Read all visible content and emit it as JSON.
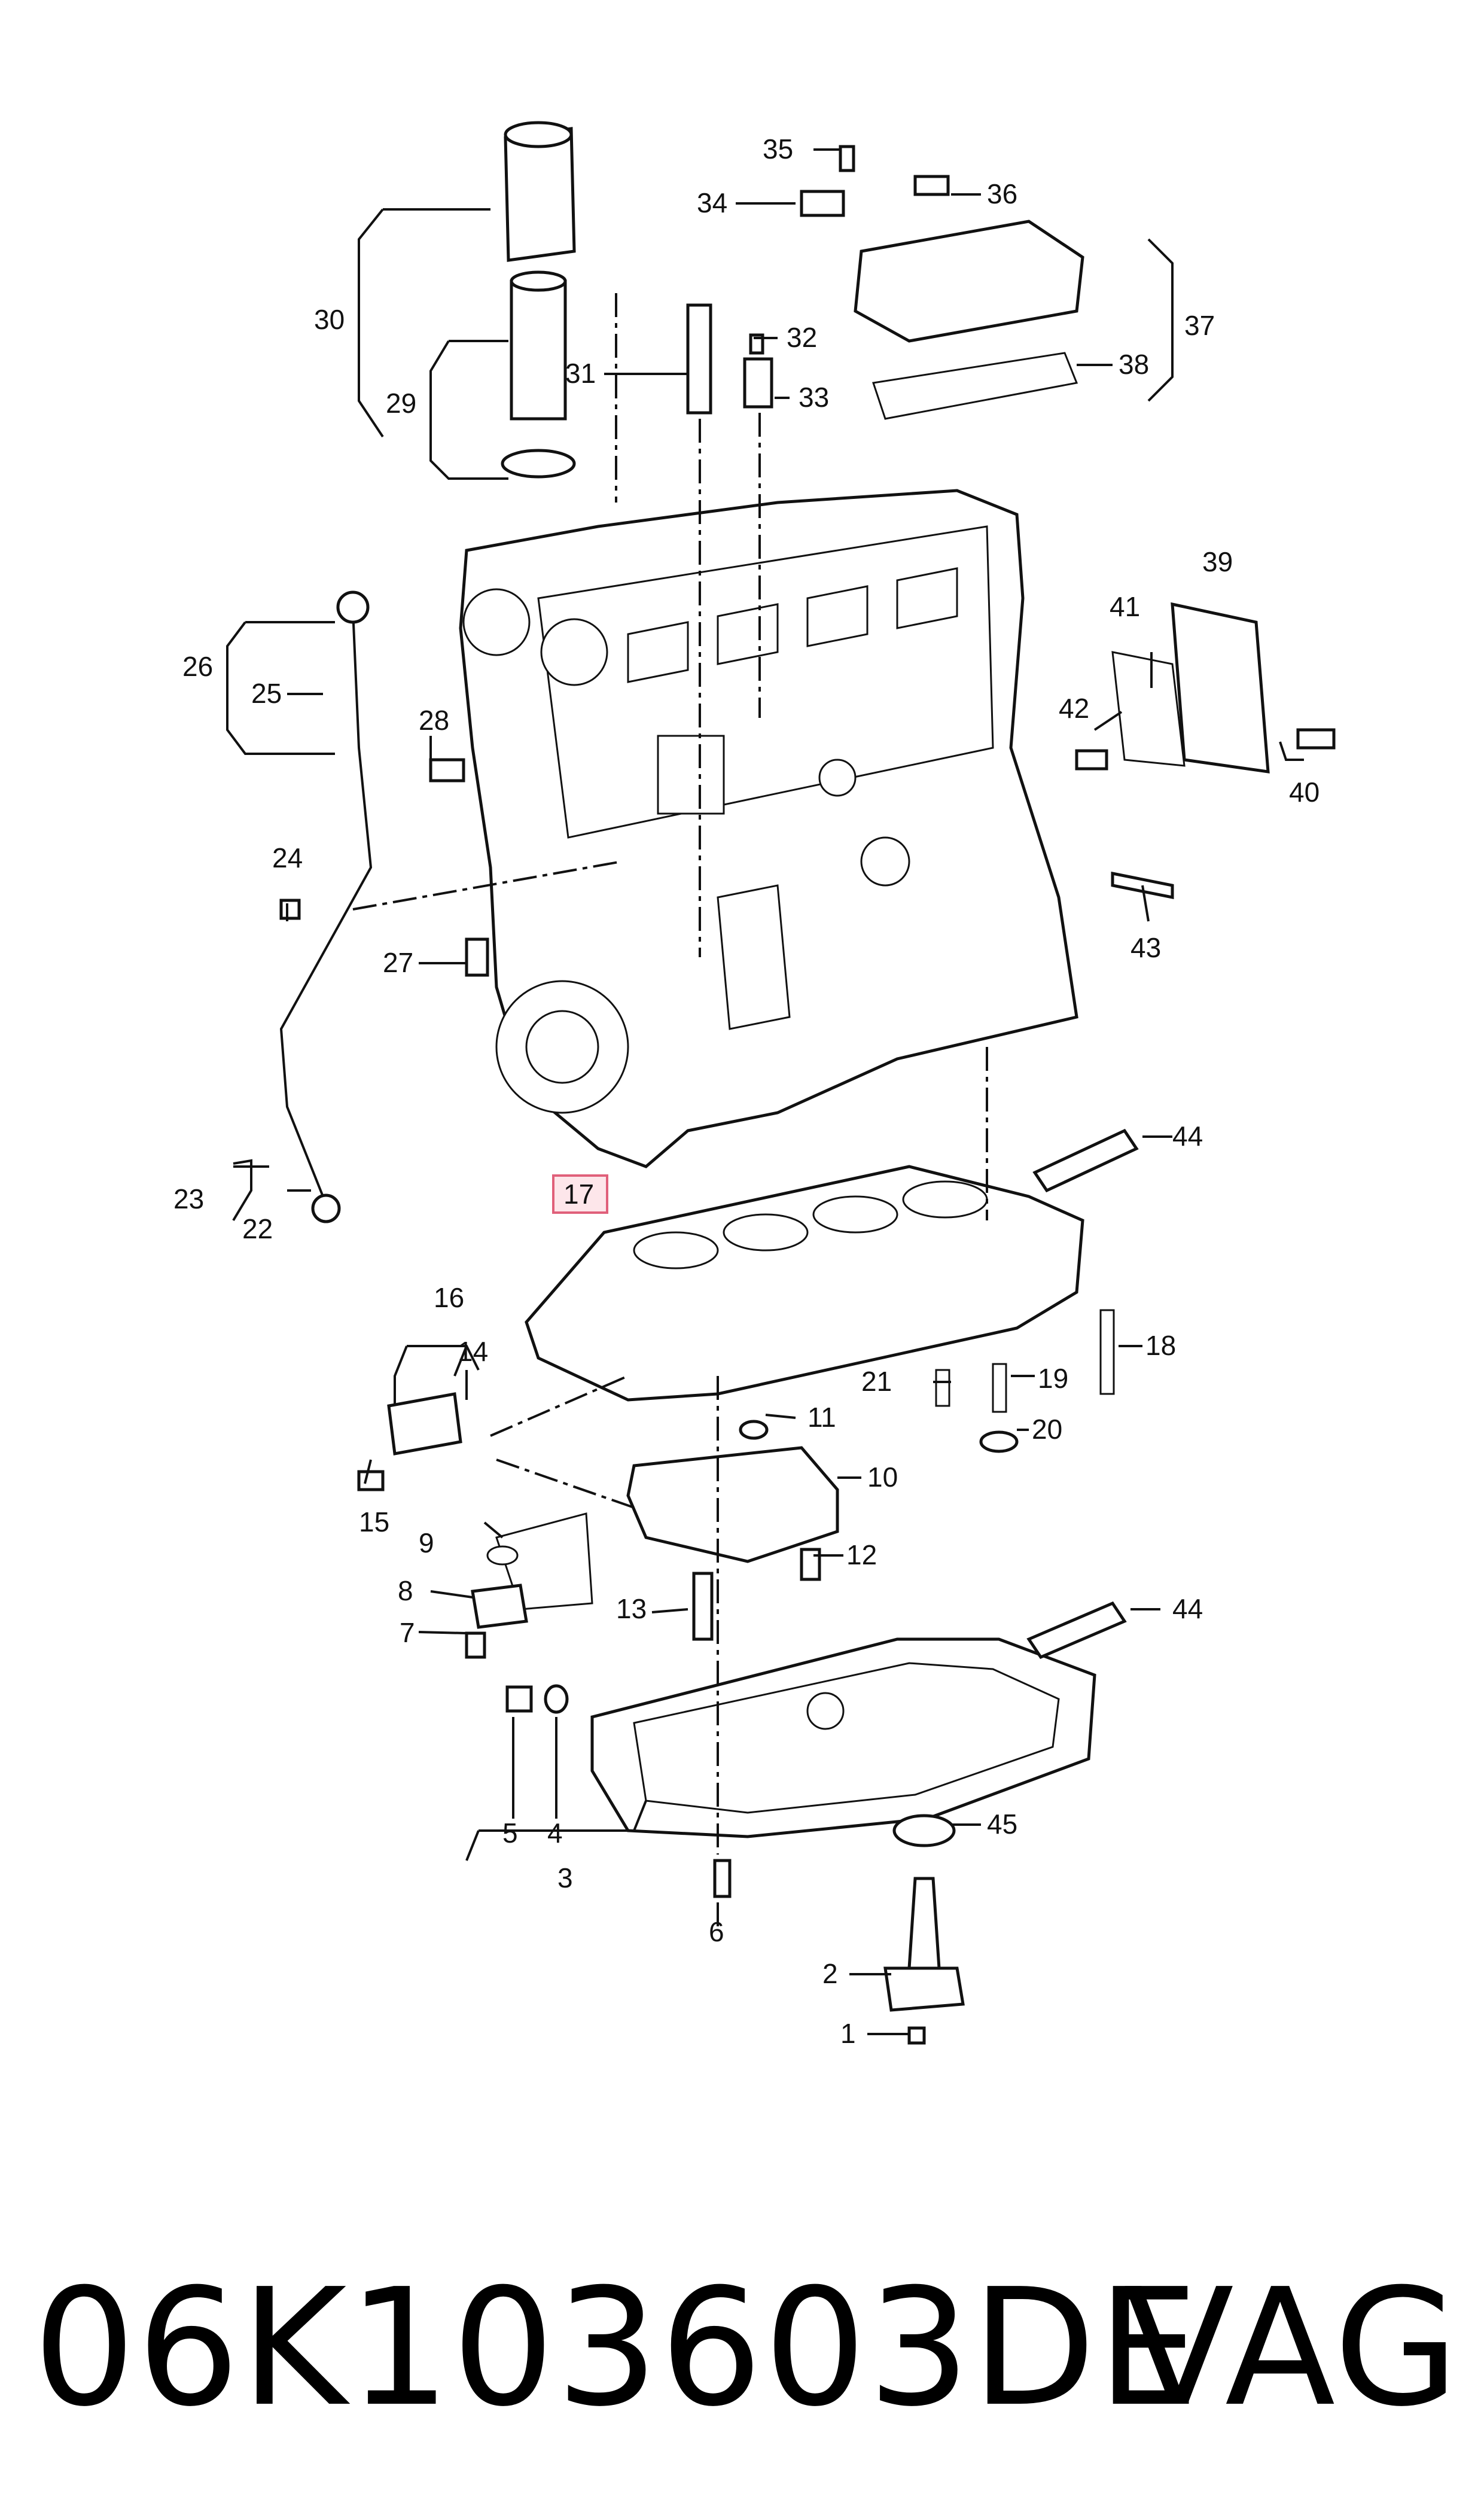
{
  "part_number": "06K103603DE",
  "brand": "VAG",
  "highlighted_callout": "17",
  "callouts": [
    "1",
    "2",
    "3",
    "4",
    "5",
    "6",
    "7",
    "8",
    "9",
    "10",
    "11",
    "12",
    "13",
    "14",
    "15",
    "16",
    "17",
    "18",
    "19",
    "20",
    "21",
    "22",
    "23",
    "24",
    "25",
    "26",
    "27",
    "28",
    "29",
    "30",
    "31",
    "32",
    "33",
    "34",
    "35",
    "36",
    "37",
    "38",
    "39",
    "40",
    "41",
    "42",
    "43",
    "44",
    "44",
    "45"
  ],
  "colors": {
    "highlight_fill": "#fde6ea",
    "highlight_stroke": "#e0607a",
    "ink": "#111111"
  }
}
